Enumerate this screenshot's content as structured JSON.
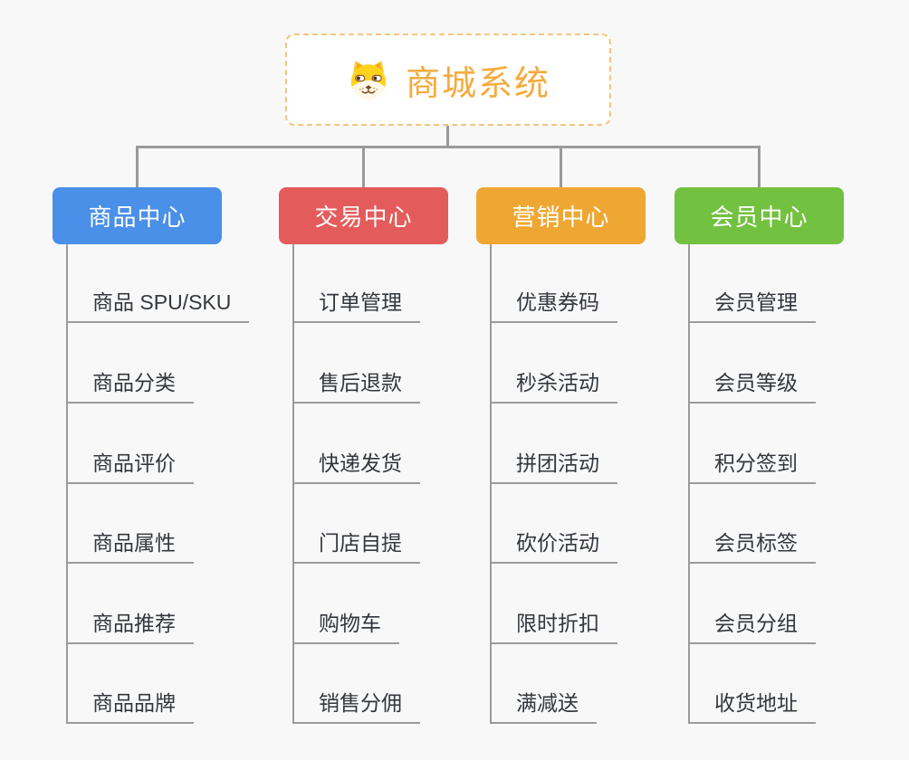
{
  "root": {
    "title": "商城系统",
    "icon": "dog-face-icon",
    "title_color": "#F5AA3C",
    "border_color": "#F2C57E"
  },
  "connector_color": "#9A9A9A",
  "branches": [
    {
      "label": "商品中心",
      "color": "#4A8FE8",
      "items": [
        "商品 SPU/SKU",
        "商品分类",
        "商品评价",
        "商品属性",
        "商品推荐",
        "商品品牌"
      ]
    },
    {
      "label": "交易中心",
      "color": "#E45B5B",
      "items": [
        "订单管理",
        "售后退款",
        "快递发货",
        "门店自提",
        "购物车",
        "销售分佣"
      ]
    },
    {
      "label": "营销中心",
      "color": "#EFA733",
      "items": [
        "优惠券码",
        "秒杀活动",
        "拼团活动",
        "砍价活动",
        "限时折扣",
        "满减送"
      ]
    },
    {
      "label": "会员中心",
      "color": "#73C140",
      "items": [
        "会员管理",
        "会员等级",
        "积分签到",
        "会员标签",
        "会员分组",
        "收货地址"
      ]
    }
  ]
}
